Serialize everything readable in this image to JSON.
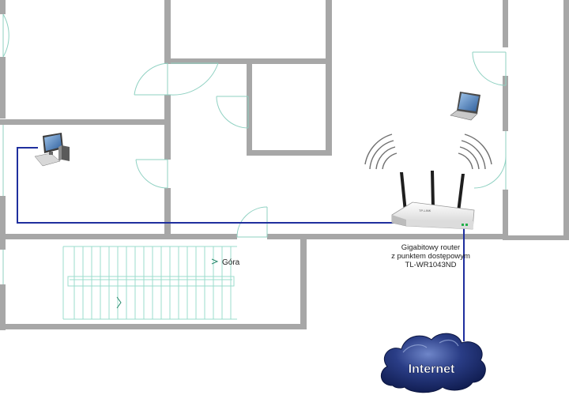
{
  "router": {
    "caption_line1": "Gigabitowy router",
    "caption_line2": "z punktem dostępowym",
    "caption_line3": "TL-WR1043ND"
  },
  "stairs": {
    "label": "Góra"
  },
  "cloud": {
    "label": "Internet"
  },
  "colors": {
    "wall": "#a7a7a7",
    "door_line": "#8fd1c2",
    "cable": "#1f2f9e",
    "cloud_fill": "#1a2b6e",
    "cloud_highlight": "#8aa0d6",
    "router_body": "#f2f2f2",
    "wifi_waves": "#6f6f6f"
  },
  "icons": {
    "router": "wireless-router-icon",
    "desktop": "desktop-computer-icon",
    "laptop": "laptop-icon",
    "cloud": "cloud-icon",
    "wifi": "wifi-waves-icon"
  }
}
